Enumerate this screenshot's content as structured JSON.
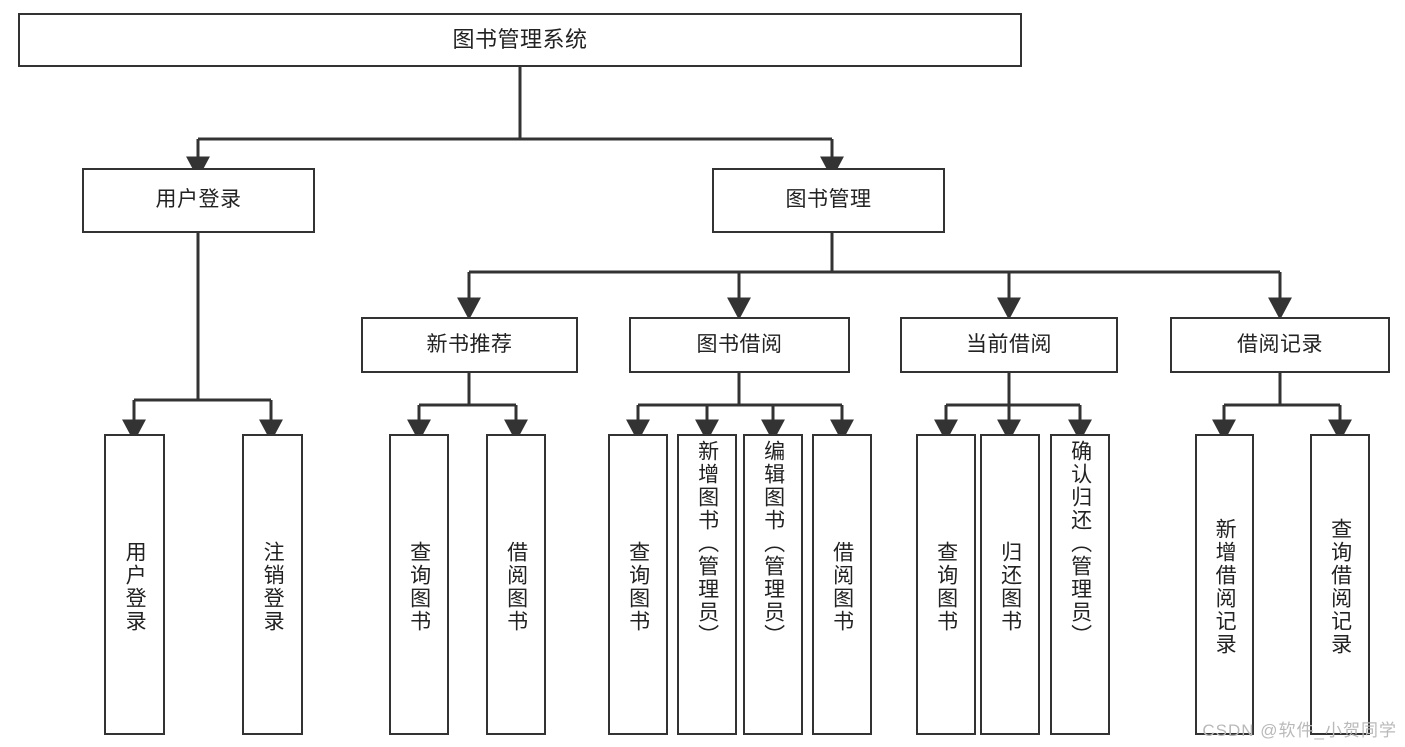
{
  "diagram": {
    "kind": "tree-hierarchy",
    "title": "图书管理系统",
    "watermark": "CSDN @软件_小贺同学",
    "colors": {
      "stroke": "#333333",
      "fill": "#ffffff",
      "text": "#222222",
      "watermark": "#b9b9b9"
    },
    "levels": {
      "root": {
        "label": "图书管理系统"
      },
      "level2": [
        {
          "id": "user-login",
          "label": "用户登录"
        },
        {
          "id": "book-manage",
          "label": "图书管理"
        }
      ],
      "level3": [
        {
          "id": "new-book-recommend",
          "label": "新书推荐"
        },
        {
          "id": "book-borrow",
          "label": "图书借阅"
        },
        {
          "id": "current-borrow",
          "label": "当前借阅"
        },
        {
          "id": "borrow-record",
          "label": "借阅记录"
        }
      ],
      "leaves": [
        {
          "id": "leaf-user-login",
          "label": "用户登录",
          "parent": "user-login"
        },
        {
          "id": "leaf-logout-login",
          "label": "注销登录",
          "parent": "user-login"
        },
        {
          "id": "leaf-query-book-1",
          "label": "查询图书",
          "parent": "new-book-recommend"
        },
        {
          "id": "leaf-borrow-book-1",
          "label": "借阅图书",
          "parent": "new-book-recommend"
        },
        {
          "id": "leaf-query-book-2",
          "label": "查询图书",
          "parent": "book-borrow"
        },
        {
          "id": "leaf-add-book",
          "label": "新增图书（管理员）",
          "parent": "book-borrow"
        },
        {
          "id": "leaf-edit-book",
          "label": "编辑图书（管理员）",
          "parent": "book-borrow"
        },
        {
          "id": "leaf-borrow-book-2",
          "label": "借阅图书",
          "parent": "book-borrow"
        },
        {
          "id": "leaf-query-book-3",
          "label": "查询图书",
          "parent": "current-borrow"
        },
        {
          "id": "leaf-return-book",
          "label": "归还图书",
          "parent": "current-borrow"
        },
        {
          "id": "leaf-confirm-return",
          "label": "确认归还（管理员）",
          "parent": "current-borrow"
        },
        {
          "id": "leaf-add-record",
          "label": "新增借阅记录",
          "parent": "borrow-record"
        },
        {
          "id": "leaf-query-record",
          "label": "查询借阅记录",
          "parent": "borrow-record"
        }
      ]
    }
  }
}
